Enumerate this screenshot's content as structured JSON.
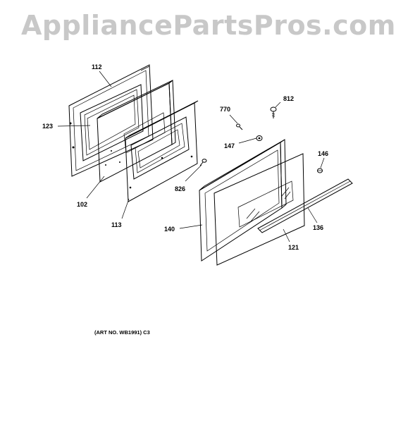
{
  "watermark": "AppliancePartsPros.com",
  "parts": {
    "p112": "112",
    "p123": "123",
    "p102": "102",
    "p113": "113",
    "p826": "826",
    "p770": "770",
    "p812": "812",
    "p147": "147",
    "p146": "146",
    "p140": "140",
    "p136": "136",
    "p121": "121"
  },
  "art_number": "(ART NO. WB1991) C3"
}
